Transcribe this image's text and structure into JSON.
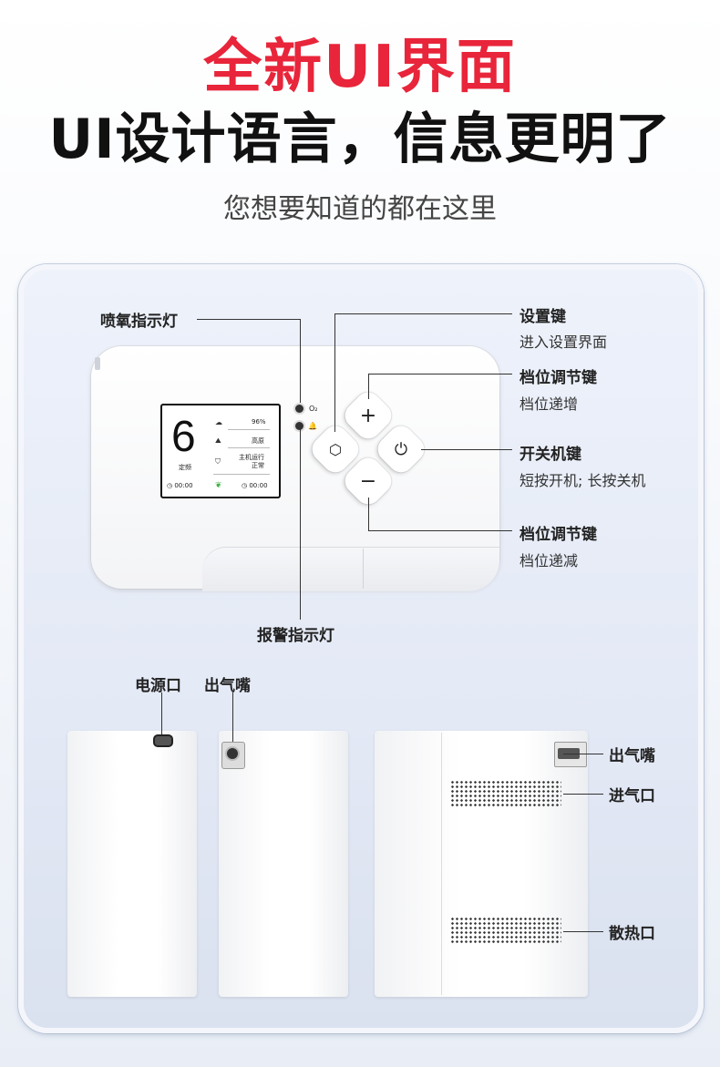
{
  "headline": {
    "red": "全新UI界面",
    "black": "UI设计语言，信息更明了",
    "subtitle": "您想要知道的都在这里"
  },
  "screen": {
    "big_number": "6",
    "mode": "定频",
    "oxygen_pct": "96%",
    "altitude": "高原",
    "status_line1": "主机运行",
    "status_line2": "正常",
    "timer_left": "00:00",
    "timer_right": "00:00",
    "led_o2_label": "O₂"
  },
  "labels": {
    "spray_led": "喷氧指示灯",
    "alarm_led": "报警指示灯",
    "settings_key": "设置键",
    "settings_key_desc": "进入设置界面",
    "gear_up_key": "档位调节键",
    "gear_up_desc": "档位递增",
    "power_key": "开关机键",
    "power_desc": "短按开机; 长按关机",
    "gear_down_key": "档位调节键",
    "gear_down_desc": "档位递减",
    "power_port": "电源口",
    "outlet_top": "出气嘴",
    "outlet_side": "出气嘴",
    "air_inlet": "进气口",
    "heat_vent": "散热口"
  },
  "keys": {
    "plus": "+",
    "minus": "−",
    "settings_glyph": "⬡",
    "power_glyph": "⏻"
  },
  "colors": {
    "headline_red": "#e8253a",
    "leaf_green": "#3cb043"
  }
}
